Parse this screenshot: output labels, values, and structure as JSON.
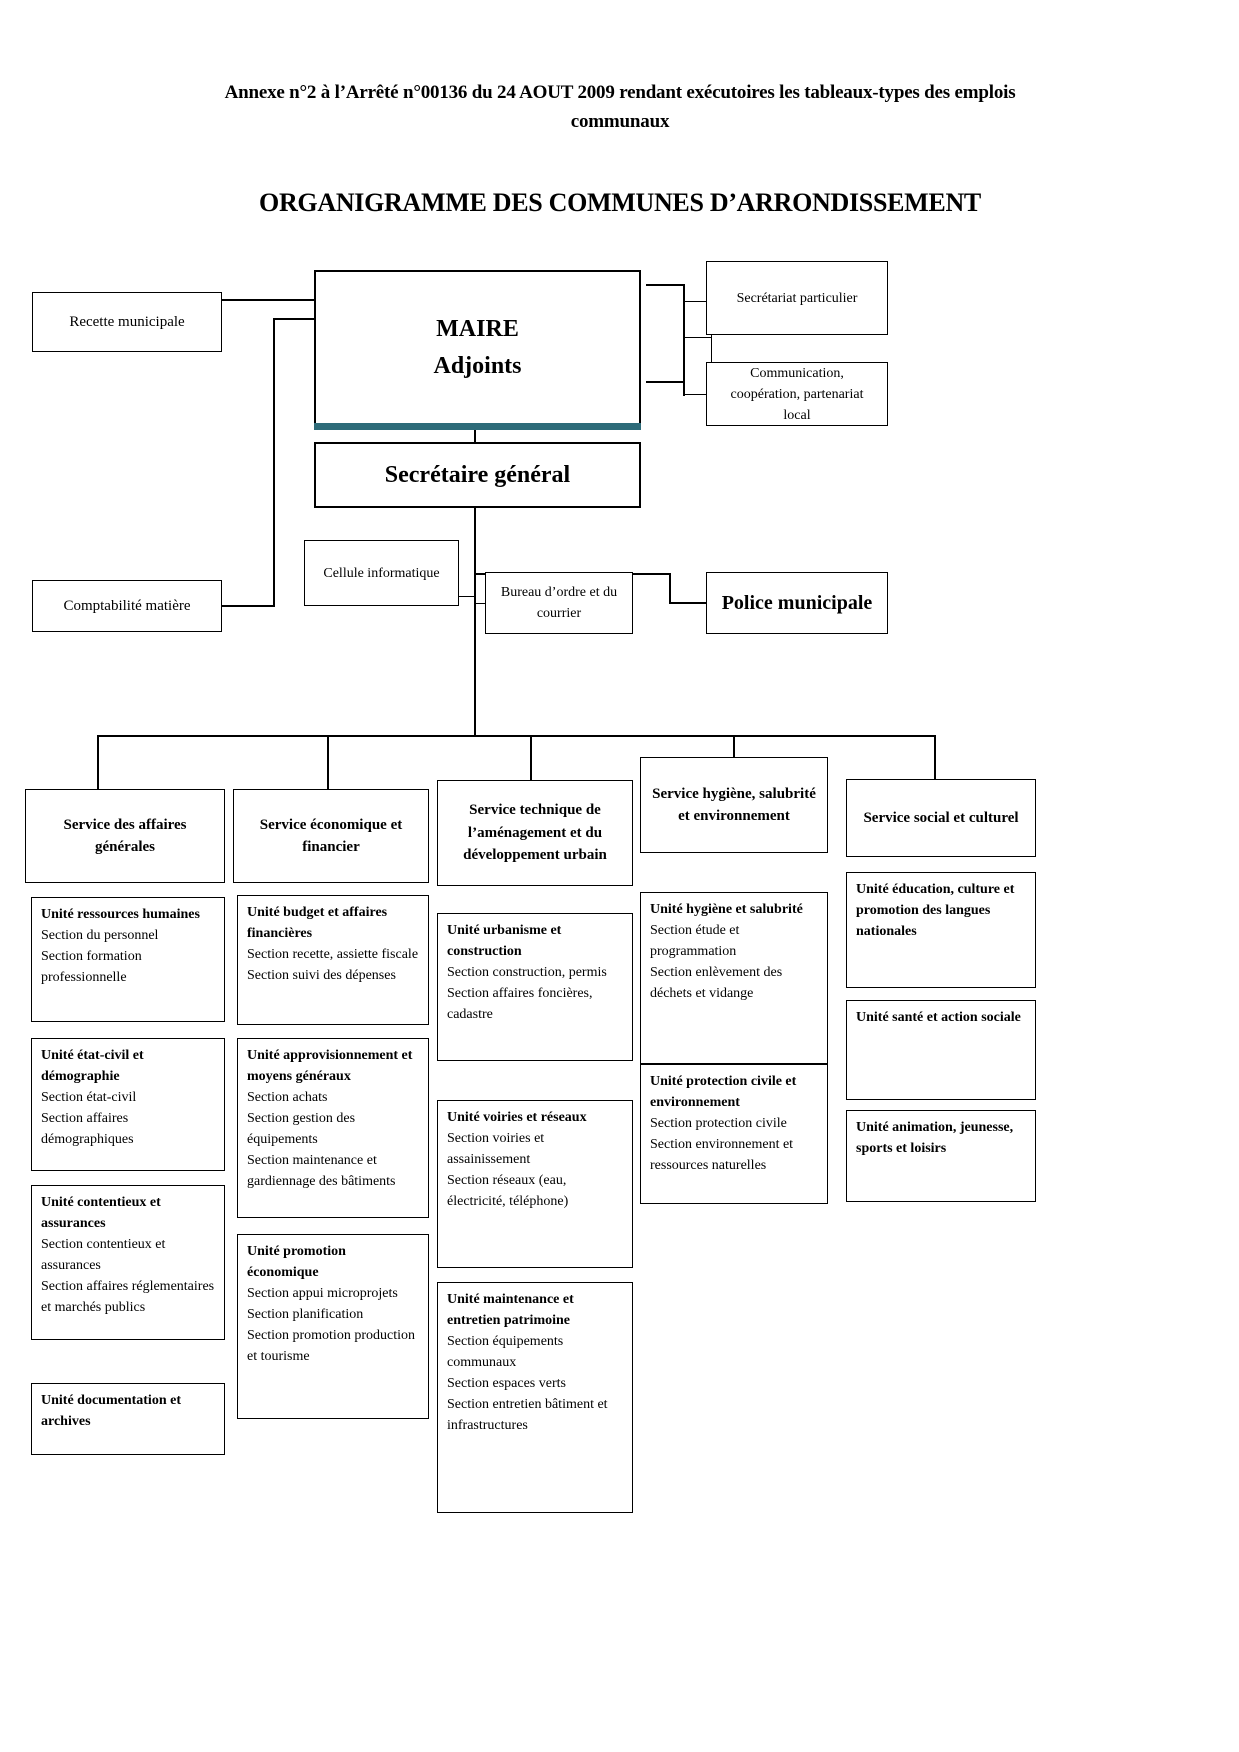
{
  "document": {
    "subtitle": "Annexe n°2 à l’Arrêté n°00136 du 24 AOUT 2009 rendant exécutoires les tableaux-types des emplois communaux",
    "title": "ORGANIGRAMME DES COMMUNES D’ARRONDISSEMENT"
  },
  "colors": {
    "accent_teal": "#2e6b79",
    "box_border": "#000000",
    "background": "#ffffff"
  },
  "top": {
    "maire_line1": "MAIRE",
    "maire_line2": "Adjoints",
    "recette": "Recette municipale",
    "secretariat_particulier": "Secrétariat particulier",
    "communication": "Communication, coopération, partenariat local",
    "secretaire_general": "Secrétaire général",
    "comptabilite": "Comptabilité matière",
    "cellule_informatique": "Cellule informatique",
    "bureau_ordre": "Bureau d’ordre et du courrier",
    "police_municipale": "Police municipale"
  },
  "services": [
    {
      "id": "affaires-generales",
      "name": "Service des affaires générales",
      "units": [
        {
          "title": "Unité ressources humaines",
          "sections": [
            "Section du personnel",
            "Section formation professionnelle"
          ]
        },
        {
          "title": "Unité état-civil et démographie",
          "sections": [
            "Section état-civil",
            "Section affaires démographiques"
          ]
        },
        {
          "title": "Unité contentieux et assurances",
          "sections": [
            "Section contentieux et assurances",
            "Section affaires réglementaires et marchés publics"
          ]
        },
        {
          "title": "Unité documentation et archives",
          "sections": []
        }
      ]
    },
    {
      "id": "economique-financier",
      "name": "Service économique et financier",
      "units": [
        {
          "title": "Unité budget et affaires financières",
          "sections": [
            "Section recette, assiette fiscale",
            "Section suivi des dépenses"
          ]
        },
        {
          "title": "Unité approvisionnement et moyens généraux",
          "sections": [
            "Section achats",
            "Section gestion des équipements",
            "Section maintenance et gardiennage des bâtiments"
          ]
        },
        {
          "title": "Unité promotion économique",
          "sections": [
            "Section appui microprojets",
            "Section planification",
            "Section promotion production et tourisme"
          ]
        }
      ]
    },
    {
      "id": "technique-amenagement",
      "name": "Service technique de l’aménagement et du développement urbain",
      "units": [
        {
          "title": "Unité urbanisme et construction",
          "sections": [
            "Section construction, permis",
            "Section affaires foncières, cadastre"
          ]
        },
        {
          "title": "Unité voiries et réseaux",
          "sections": [
            "Section voiries et assainissement",
            "Section réseaux (eau, électricité, téléphone)"
          ]
        },
        {
          "title": "Unité maintenance et entretien patrimoine",
          "sections": [
            "Section équipements communaux",
            "Section espaces verts",
            "Section entretien bâtiment et infrastructures"
          ]
        }
      ]
    },
    {
      "id": "hygiene-salubrite",
      "name": "Service hygiène, salubrité et environnement",
      "units": [
        {
          "title": "Unité hygiène et salubrité",
          "sections": [
            "Section étude et programmation",
            "Section enlèvement des déchets et vidange"
          ]
        },
        {
          "title": "Unité protection civile et environnement",
          "sections": [
            "Section protection civile",
            "Section environnement et ressources naturelles"
          ]
        }
      ]
    },
    {
      "id": "social-culturel",
      "name": "Service social et culturel",
      "units": [
        {
          "title": "Unité éducation, culture et promotion des langues nationales",
          "sections": []
        },
        {
          "title": "Unité santé et action sociale",
          "sections": []
        },
        {
          "title": "Unité animation, jeunesse, sports et loisirs",
          "sections": []
        }
      ]
    }
  ]
}
